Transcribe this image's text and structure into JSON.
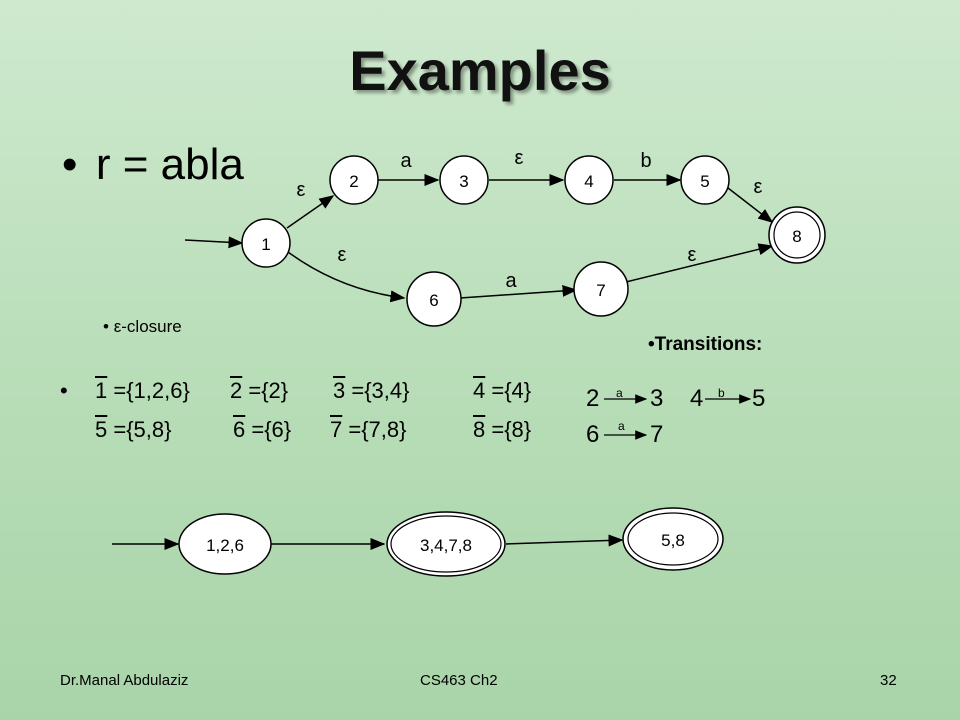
{
  "title": "Examples",
  "regex": "r = abla",
  "nfa": {
    "states": [
      "1",
      "2",
      "3",
      "4",
      "5",
      "6",
      "7",
      "8"
    ],
    "edge_labels": {
      "e12": "ε",
      "e23": "a",
      "e34": "ε",
      "e45": "b",
      "e58": "ε",
      "e16": "ε",
      "e67": "a",
      "e78": "ε"
    }
  },
  "closure_label": "ε-closure",
  "closures": {
    "row1": [
      {
        "state": "1",
        "set": " ={1,2,6}"
      },
      {
        "state": "2",
        "set": " ={2}"
      },
      {
        "state": "3",
        "set": " ={3,4}"
      },
      {
        "state": "4",
        "set": " ={4}"
      }
    ],
    "row2": [
      {
        "state": "5",
        "set": " ={5,8}"
      },
      {
        "state": "6",
        "set": " ={6}"
      },
      {
        "state": "7",
        "set": " ={7,8}"
      },
      {
        "state": "8",
        "set": " ={8}"
      }
    ]
  },
  "transitions_label": "•Transitions:",
  "transitions": {
    "t1": {
      "from": "2",
      "label": "a",
      "to": "3"
    },
    "t2": {
      "from": "4",
      "label": "b",
      "to": "5"
    },
    "t3": {
      "from": "6",
      "label": "a",
      "to": "7"
    }
  },
  "dfa": {
    "states": [
      "1,2,6",
      "3,4,7,8",
      "5,8"
    ]
  },
  "footer": {
    "author": "Dr.Manal Abdulaziz",
    "course": "CS463 Ch2",
    "page": "32"
  }
}
